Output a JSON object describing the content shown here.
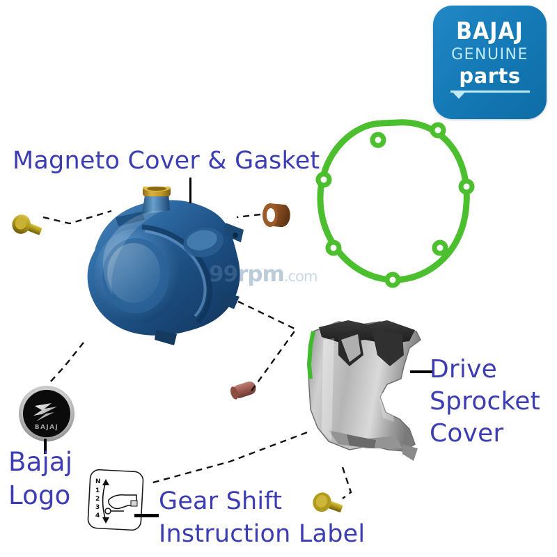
{
  "page": {
    "background_color": "#ffffff",
    "label_color": "#3c3cb4",
    "leader_line_color": "#000000"
  },
  "brand_badge": {
    "name": "bajaj-genuine-parts-badge",
    "line1": "BAJAJ",
    "line2": "GENUINE",
    "line3": "parts",
    "badge_color": "#1b7fbd",
    "text_color": "#ffffff",
    "accent_color": "#bfeaf7"
  },
  "callouts": {
    "magneto": "Magneto Cover & Gasket",
    "drive_sprocket": "Drive\nSprocket\nCover",
    "bajaj_logo": "Bajaj\nLogo",
    "gear_shift": "Gear Shift\nInstruction Label"
  },
  "parts": {
    "magneto_cover": {
      "name": "magneto-cover",
      "color": "#2d6aa0",
      "accent": "#c79a2a"
    },
    "gasket": {
      "name": "magneto-cover-gasket",
      "color": "#4cbf2e",
      "hole_count": 7
    },
    "drive_sprocket_cover": {
      "name": "drive-sprocket-cover",
      "color": "#b4b4b4"
    },
    "bolt_left": {
      "name": "hex-flange-bolt",
      "color": "#b8a020"
    },
    "bolt_bottom": {
      "name": "hex-flange-bolt",
      "color": "#b8a020"
    },
    "copper_bush": {
      "name": "copper-bush",
      "color": "#9b5f27"
    },
    "red_plug": {
      "name": "rubber-plug",
      "color": "#a85c54"
    }
  },
  "bajaj_emblem": {
    "name": "bajaj-round-logo",
    "wordmark": "BAJAJ",
    "ring_color": "#0d0d0d",
    "mark_color": "#d8d8d8"
  },
  "gear_shift_label": {
    "name": "gear-shift-instruction-label",
    "positions": [
      "N",
      "1",
      "2",
      "3",
      "4"
    ],
    "border_color": "#1a1a1a",
    "background": "#ffffff"
  },
  "watermark": {
    "text": "99rpm",
    "suffix": ".com"
  }
}
